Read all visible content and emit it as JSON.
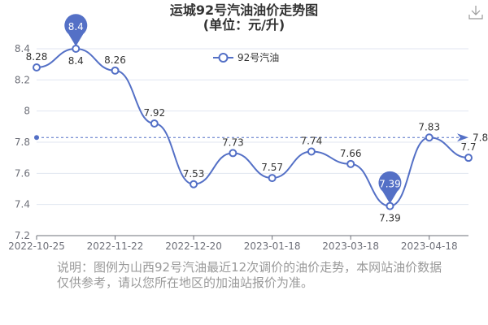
{
  "chart_data": {
    "type": "line",
    "title": "运城92号汽油油价走势图",
    "subtitle": "(单位：元/升)",
    "legend": [
      "92号汽油"
    ],
    "legend_position": "top-center",
    "series": [
      {
        "name": "92号汽油",
        "values": [
          8.28,
          8.4,
          8.26,
          7.92,
          7.53,
          7.73,
          7.57,
          7.74,
          7.66,
          7.39,
          7.83,
          7.7
        ]
      }
    ],
    "x_tick_labels": [
      "2022-10-25",
      "2022-11-22",
      "2022-12-20",
      "2023-01-18",
      "2023-03-18",
      "2023-04-18"
    ],
    "y_ticks": [
      7.2,
      7.4,
      7.6,
      7.8,
      8,
      8.2,
      8.4
    ],
    "y_tick_labels": [
      "7.2",
      "7.4",
      "7.6",
      "7.8",
      "8",
      "8.2",
      "8.4"
    ],
    "ylim": [
      7.2,
      8.4
    ],
    "grid": true,
    "mark_points": [
      {
        "type": "max",
        "label": "8.4",
        "index": 1
      },
      {
        "type": "min",
        "label": "7.39",
        "index": 9
      }
    ],
    "mark_line": {
      "type": "average",
      "value": 7.83,
      "label": "7.8"
    },
    "color": "#5470c6"
  },
  "note": "说明：图例为山西92号汽油最近12次调价的油价走势，本网站油价数据仅供参考，请以您所在地区的加油站报价为准。",
  "toolbar": {
    "download_icon": "download-icon"
  }
}
